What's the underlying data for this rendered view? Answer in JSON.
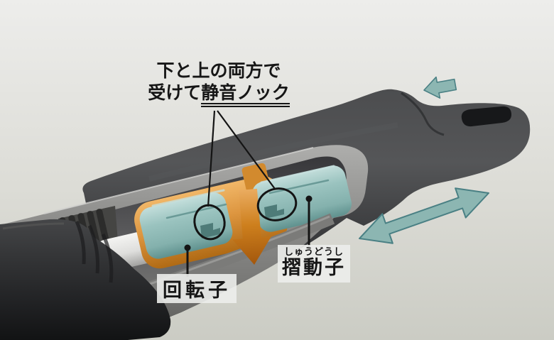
{
  "callout": {
    "line1": "下と上の両方で",
    "line2_prefix": "受けて",
    "line2_underlined": "静音ノック"
  },
  "labels": {
    "rotor": {
      "text": "回転子"
    },
    "slider": {
      "furigana": "しゅうどうし",
      "text": "摺動子"
    }
  },
  "colors": {
    "background_top": "#ececea",
    "background_bottom": "#cbccc4",
    "pen_body": "#38393b",
    "cut_surface": "#8f8f8d",
    "rotor_orange": "#dd9640",
    "slider_teal": "#9ac3bf",
    "refill_white": "#e3e3e1",
    "arrow_teal": "#8cb6b2",
    "arrow_teal_edge": "#4a8084",
    "arrow_orange_dark": "#a65a0d",
    "annotation_ink": "#161616",
    "label_bg": "rgba(236,237,235,0.9)"
  }
}
